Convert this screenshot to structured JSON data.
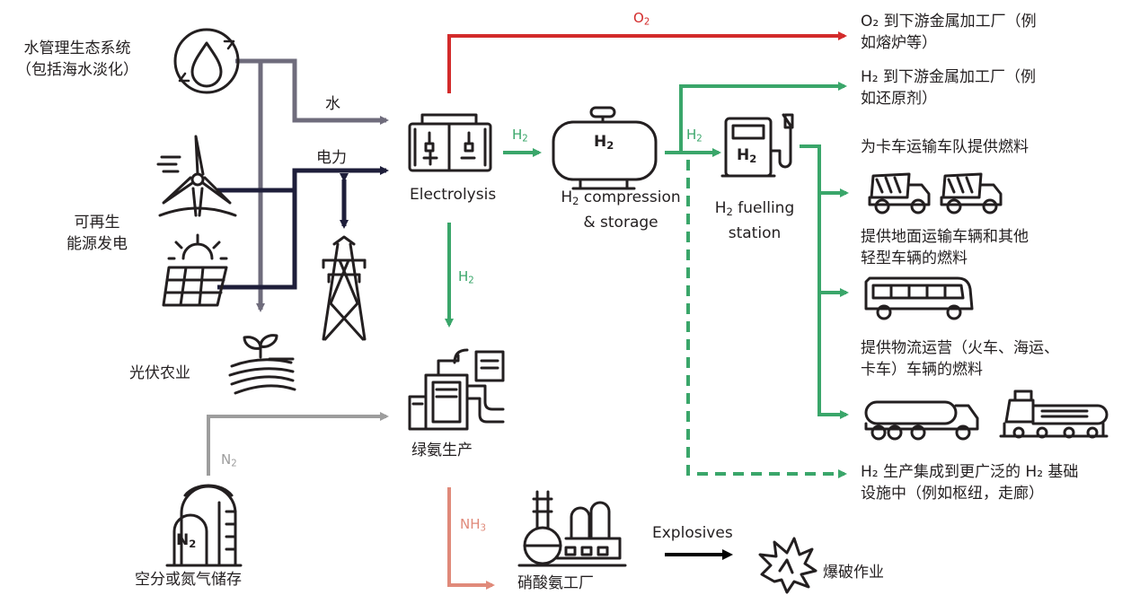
{
  "colors": {
    "dark": "#231f20",
    "green": "#3aa66a",
    "red": "#d32b2b",
    "gray": "#9d9d9d",
    "slate": "#6f6c7c",
    "navy": "#1e1e3a",
    "salmon": "#e08a7a"
  },
  "left": {
    "water_mgmt": [
      "水管理生态系统",
      "（包括海水淡化）"
    ],
    "renewables": [
      "可再生",
      "能源发电"
    ],
    "agri_pv": "光伏农业",
    "air_sep": "空分或氮气储存"
  },
  "flows": {
    "water": "水",
    "power": "电力",
    "o2": "O",
    "o2_sub": "2",
    "h2": "H",
    "h2_sub": "2",
    "n2": "N",
    "n2_sub": "2",
    "nh3": "NH",
    "nh3_sub": "3",
    "explosives": "Explosives"
  },
  "nodes": {
    "electrolysis": "Electrolysis",
    "compression": {
      "line1_suffix": " compression",
      "line2": "& storage"
    },
    "fuelling": {
      "line1_suffix": " fuelling",
      "line2": "station"
    },
    "green_ammonia": "绿氨生产",
    "an_plant": "硝酸氨工厂",
    "blasting": "爆破作业",
    "tank_label": "H",
    "tank_sub": "2",
    "pump_label": "H",
    "pump_sub": "2",
    "n2_tank_label": "N",
    "n2_tank_sub": "2"
  },
  "outcomes": {
    "o2": [
      "O₂ 到下游金属加工厂（例",
      "如熔炉等）"
    ],
    "h2": [
      "H₂ 到下游金属加工厂（例",
      "如还原剂）"
    ],
    "trucks": "为卡车运输车队提供燃料",
    "ground": [
      "提供地面运输车辆和其他",
      "轻型车辆的燃料"
    ],
    "logistics": [
      "提供物流运营（火车、海运、",
      "卡车）车辆的燃料"
    ],
    "network": [
      "H₂ 生产集成到更广泛的 H₂ 基础",
      "设施中（例如枢纽，走廊）"
    ]
  }
}
